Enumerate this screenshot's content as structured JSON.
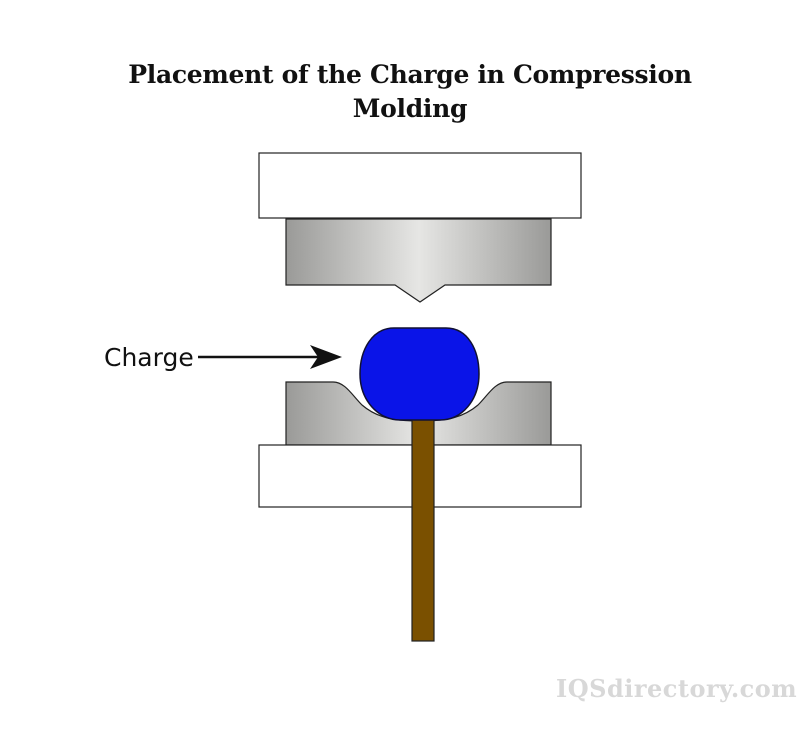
{
  "diagram": {
    "title_line1": "Placement of the Charge in Compression",
    "title_line2": "Molding",
    "charge_label": "Charge",
    "watermark": "IQSdirectory.com"
  },
  "colors": {
    "charge_fill": "#0a14e8",
    "ram_fill": "#7a5000",
    "die_dark": "#9a9a98",
    "die_light": "#e6e6e4",
    "plate_fill": "#ffffff",
    "outline": "#222222"
  }
}
